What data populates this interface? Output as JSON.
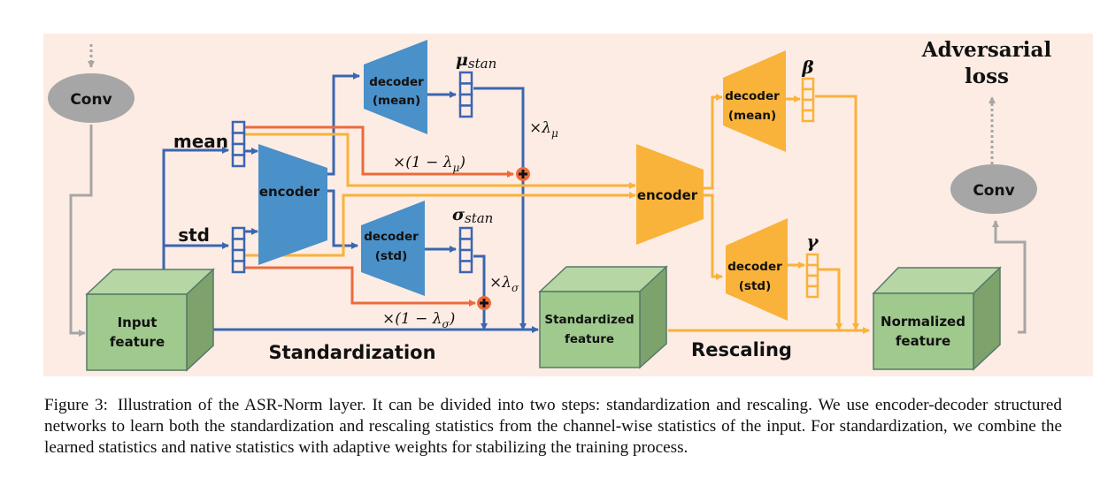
{
  "figure": {
    "colors": {
      "background": "#fdece4",
      "blue": "#4a90c9",
      "blue_line": "#3b66b0",
      "orange": "#f9b23a",
      "red_line": "#ec6b3d",
      "gray": "#a6a6a6",
      "green_front": "#a0c98d",
      "green_top": "#b6d7a4",
      "green_side": "#7ea26c"
    },
    "left_conv": {
      "label": "Conv"
    },
    "right_conv": {
      "label": "Conv"
    },
    "adversarial_loss": {
      "line1": "Adversarial",
      "line2": "loss"
    },
    "stats": {
      "mean_label": "mean",
      "std_label": "std"
    },
    "blue_encoder": {
      "label": "encoder"
    },
    "blue_decoder_mean": {
      "line1": "decoder",
      "line2": "(mean)"
    },
    "blue_decoder_std": {
      "line1": "decoder",
      "line2": "(std)"
    },
    "mu_stan": {
      "base": "μ",
      "sub": "stan"
    },
    "sigma_stan": {
      "base": "σ",
      "sub": "stan"
    },
    "weights": {
      "lambda_mu": {
        "prefix": "×λ",
        "sub": "μ"
      },
      "one_minus_lambda_mu": {
        "prefix": "×(1 − λ",
        "sub": "μ",
        "suffix": ")"
      },
      "lambda_sigma": {
        "prefix": "×λ",
        "sub": "σ"
      },
      "one_minus_lambda_sigma": {
        "prefix": "×(1 − λ",
        "sub": "σ",
        "suffix": ")"
      }
    },
    "orange_encoder": {
      "label": "encoder"
    },
    "orange_decoder_mean": {
      "line1": "decoder",
      "line2": "(mean)"
    },
    "orange_decoder_std": {
      "line1": "decoder",
      "line2": "(std)"
    },
    "beta": {
      "label": "β"
    },
    "gamma": {
      "label": "γ"
    },
    "input_feature": {
      "line1": "Input",
      "line2": "feature"
    },
    "standardized_feature": {
      "line1": "Standardized",
      "line2": "feature"
    },
    "normalized_feature": {
      "line1": "Normalized",
      "line2": "feature"
    },
    "step_labels": {
      "standardization": "Standardization",
      "rescaling": "Rescaling"
    }
  },
  "caption": {
    "label": "Figure 3:",
    "text": "Illustration of the ASR-Norm layer. It can be divided into two steps: standardization and rescaling. We use encoder-decoder structured networks to learn both the standardization and rescaling statistics from the channel-wise statistics of the input. For standardization, we combine the learned statistics and native statistics with adaptive weights for stabilizing the training process."
  }
}
